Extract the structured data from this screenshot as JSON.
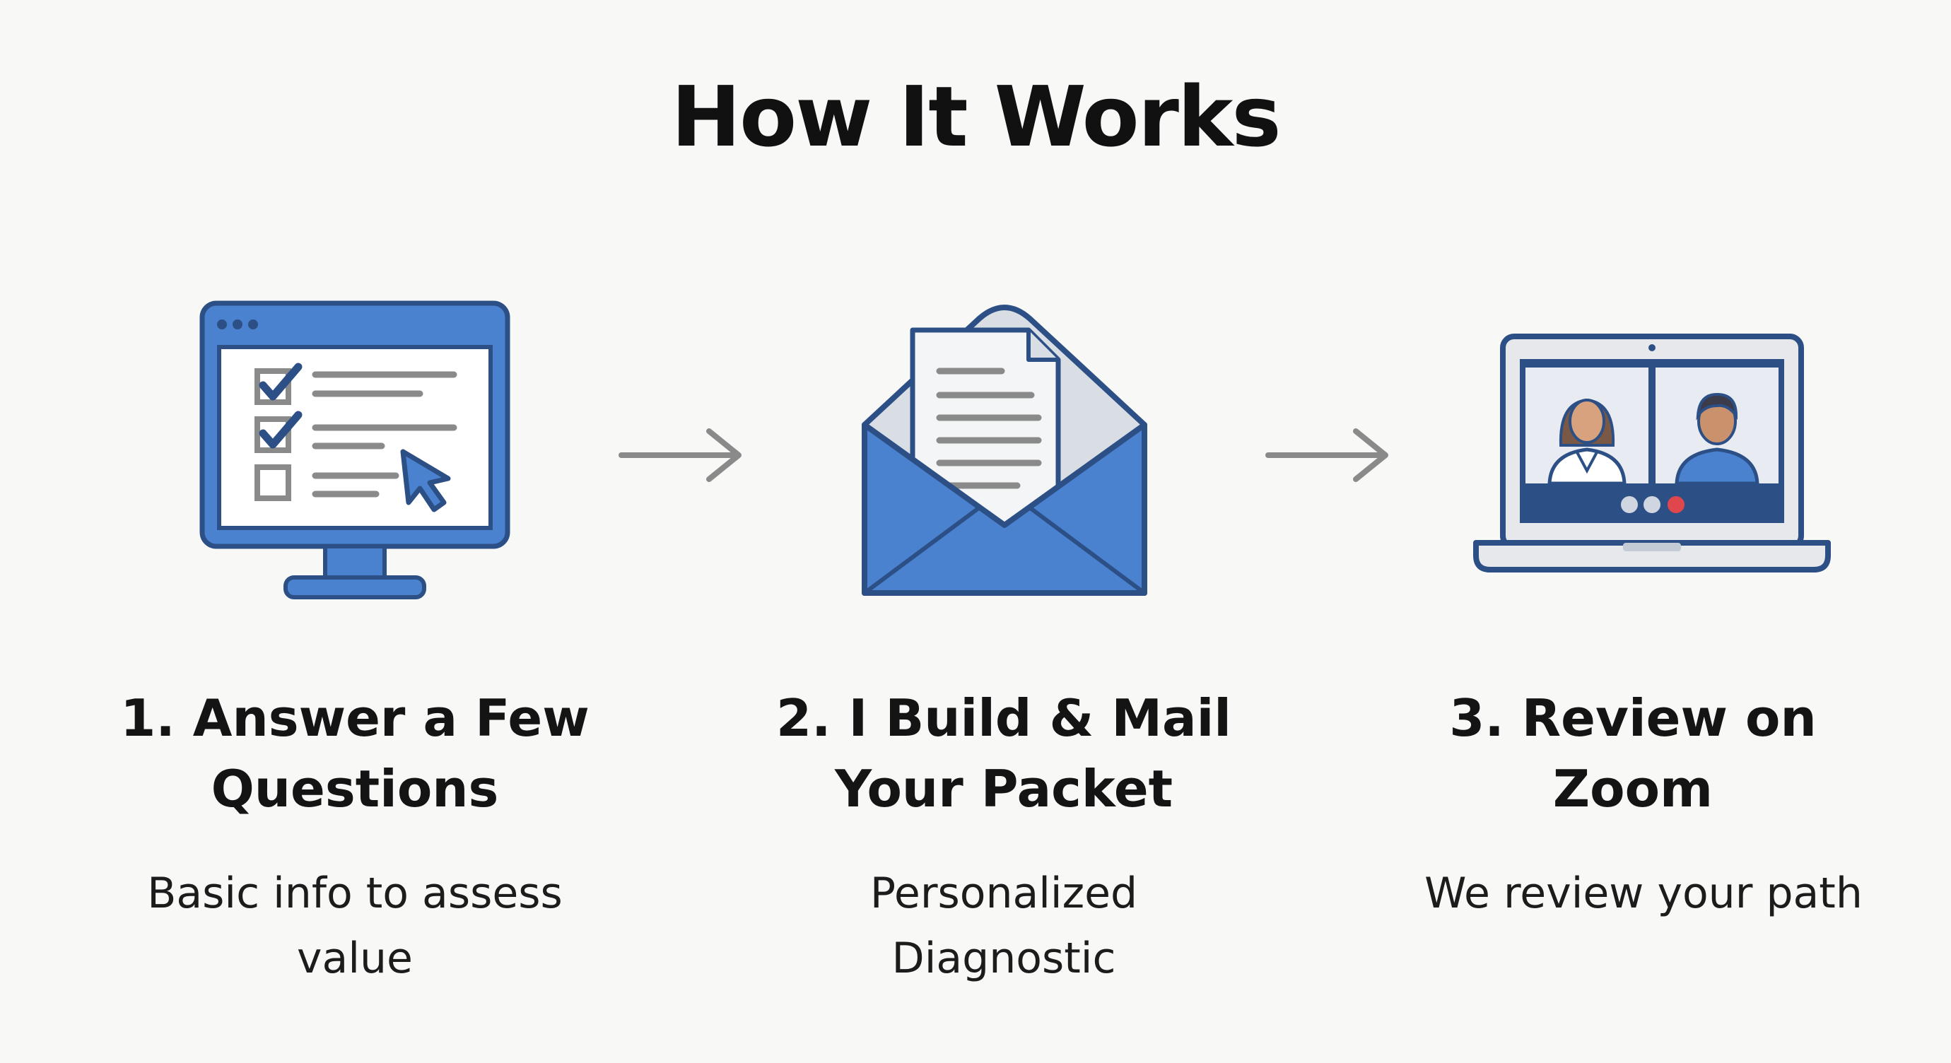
{
  "title": "How It Works",
  "colors": {
    "accent": "#4a82cf",
    "outline": "#2c4f86",
    "gray": "#8a8a8a",
    "red_dot": "#e0474c"
  },
  "steps": [
    {
      "icon": "monitor-checklist-icon",
      "title_lines": [
        "1. Answer a Few",
        "Questions"
      ],
      "desc_lines": [
        "Basic info to assess",
        "value"
      ]
    },
    {
      "icon": "envelope-letter-icon",
      "title_lines": [
        "2. I Build & Mail",
        "Your Packet"
      ],
      "desc_lines": [
        "Personalized",
        "Diagnostic"
      ]
    },
    {
      "icon": "laptop-video-call-icon",
      "title_lines": [
        "3. Review on",
        "Zoom"
      ],
      "desc_lines": [
        "We review your path"
      ]
    }
  ],
  "arrows": [
    "arrow-right-icon",
    "arrow-right-icon"
  ]
}
